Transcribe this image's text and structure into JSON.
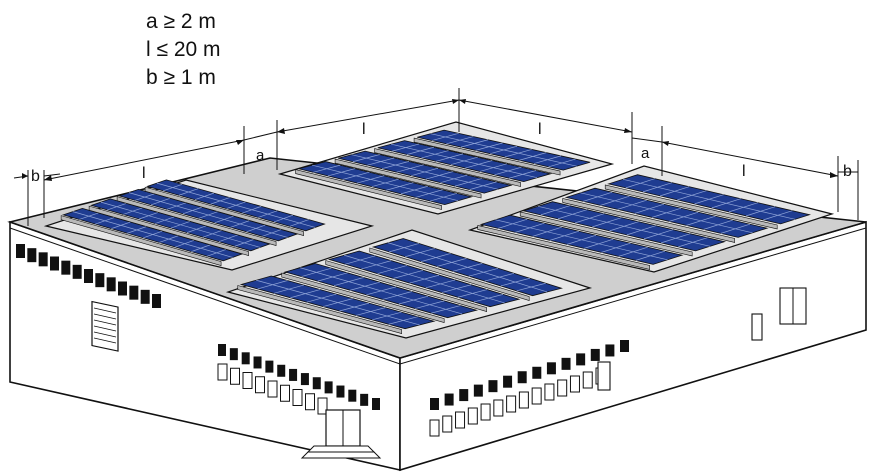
{
  "rules": [
    {
      "text": "a ≥ 2 m"
    },
    {
      "text": "l ≤ 20 m"
    },
    {
      "text": "b ≥ 1 m"
    }
  ],
  "dimensions": {
    "b_left": "b",
    "l_1": "l",
    "a_left": "a",
    "l_2": "l",
    "l_3": "l",
    "a_right": "a",
    "l_4": "l",
    "b_right": "b"
  },
  "colors": {
    "panel": "#1f3c91",
    "panel_cell_line": "#8fa4d8",
    "roof": "#cfcfcf",
    "wall": "#ffffff",
    "outline": "#111111",
    "window": "#111111",
    "frame": "#b9b9b9"
  },
  "panel_rows_per_array": 4,
  "panel_columns_per_row": 10
}
